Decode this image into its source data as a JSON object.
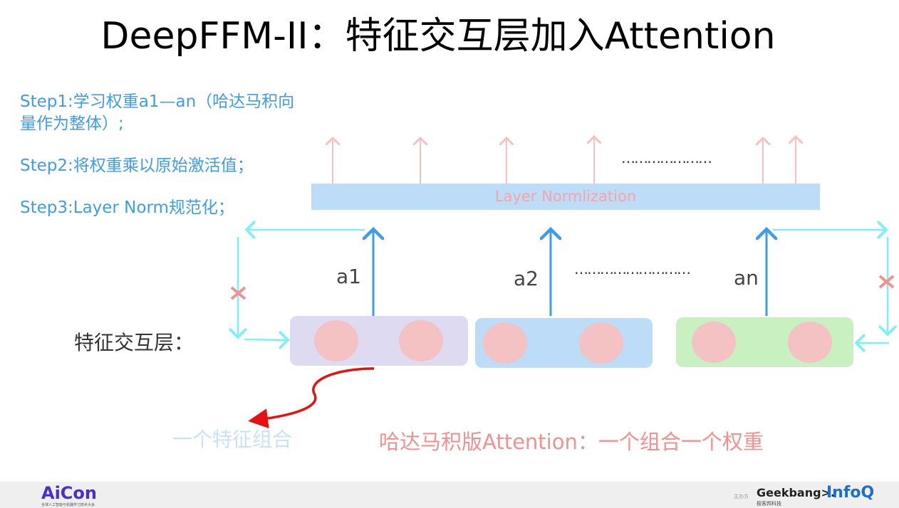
{
  "title": "DeepFFM-II：特征交互层加入Attention",
  "steps": [
    "Step1:学习权重a1—an（哈达马积向量作为整体）;",
    "Step2:将权重乘以原始激活值；",
    "Step3:Layer Norm规范化；"
  ],
  "layer_norm_label": "Layer Normlization",
  "dots_top": "…………………",
  "dots_mid": "………………………",
  "weights": [
    "a1",
    "a2",
    "an"
  ],
  "feature_layer_label": "特征交互层：",
  "feature_combo_label": "一个特征组合",
  "attention_caption": "哈达马积版Attention：一个组合一个权重",
  "colors": {
    "blue_text": "#3d9cf0",
    "layer_norm_bg": "#bcdcf8",
    "box1": "#dddaf2",
    "box2": "#bcdcf8",
    "box3": "#c8f0c0",
    "circle": "#f4c2c2",
    "cyan": "#7ff0f8",
    "cross": "#f49090",
    "red_arrow": "#e81010",
    "caption_red": "#f49090"
  },
  "footer": {
    "logo_left": "AiCon",
    "logo_left_sub": "全球人工智能与机器学习技术大会",
    "host_label": "主办方",
    "logo_geekbang": "Geekbang>.",
    "logo_geekbang_sub": "极客邦科技",
    "logo_infoq": "InfoQ"
  }
}
